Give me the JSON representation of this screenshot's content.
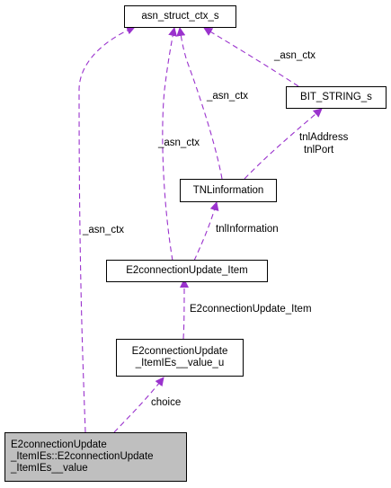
{
  "nodes": {
    "asn_struct_ctx_s": {
      "label": "asn_struct_ctx_s"
    },
    "bit_string_s": {
      "label": "BIT_STRING_s"
    },
    "tnl_information": {
      "label": "TNLinformation"
    },
    "e2conn_update_item": {
      "label": "E2connectionUpdate_Item"
    },
    "value_u": {
      "lines": [
        "E2connectionUpdate",
        "_ItemIEs__value_u"
      ]
    },
    "root": {
      "lines": [
        "E2connectionUpdate",
        "_ItemIEs::E2connectionUpdate",
        "_ItemIEs__value"
      ]
    }
  },
  "edge_labels": {
    "asn_ctx_bitstring": "_asn_ctx",
    "asn_ctx_tnl": "_asn_ctx",
    "asn_ctx_item": "_asn_ctx",
    "asn_ctx_root": "_asn_ctx",
    "tnl_address": "tnlAddress",
    "tnl_port": "tnlPort",
    "tnl_information": "tnlInformation",
    "e2conn_update_item": "E2connectionUpdate_Item",
    "choice": "choice"
  },
  "colors": {
    "edge": "#9a32cd",
    "root_fill": "#bfbfbf",
    "node_fill": "#ffffff"
  }
}
